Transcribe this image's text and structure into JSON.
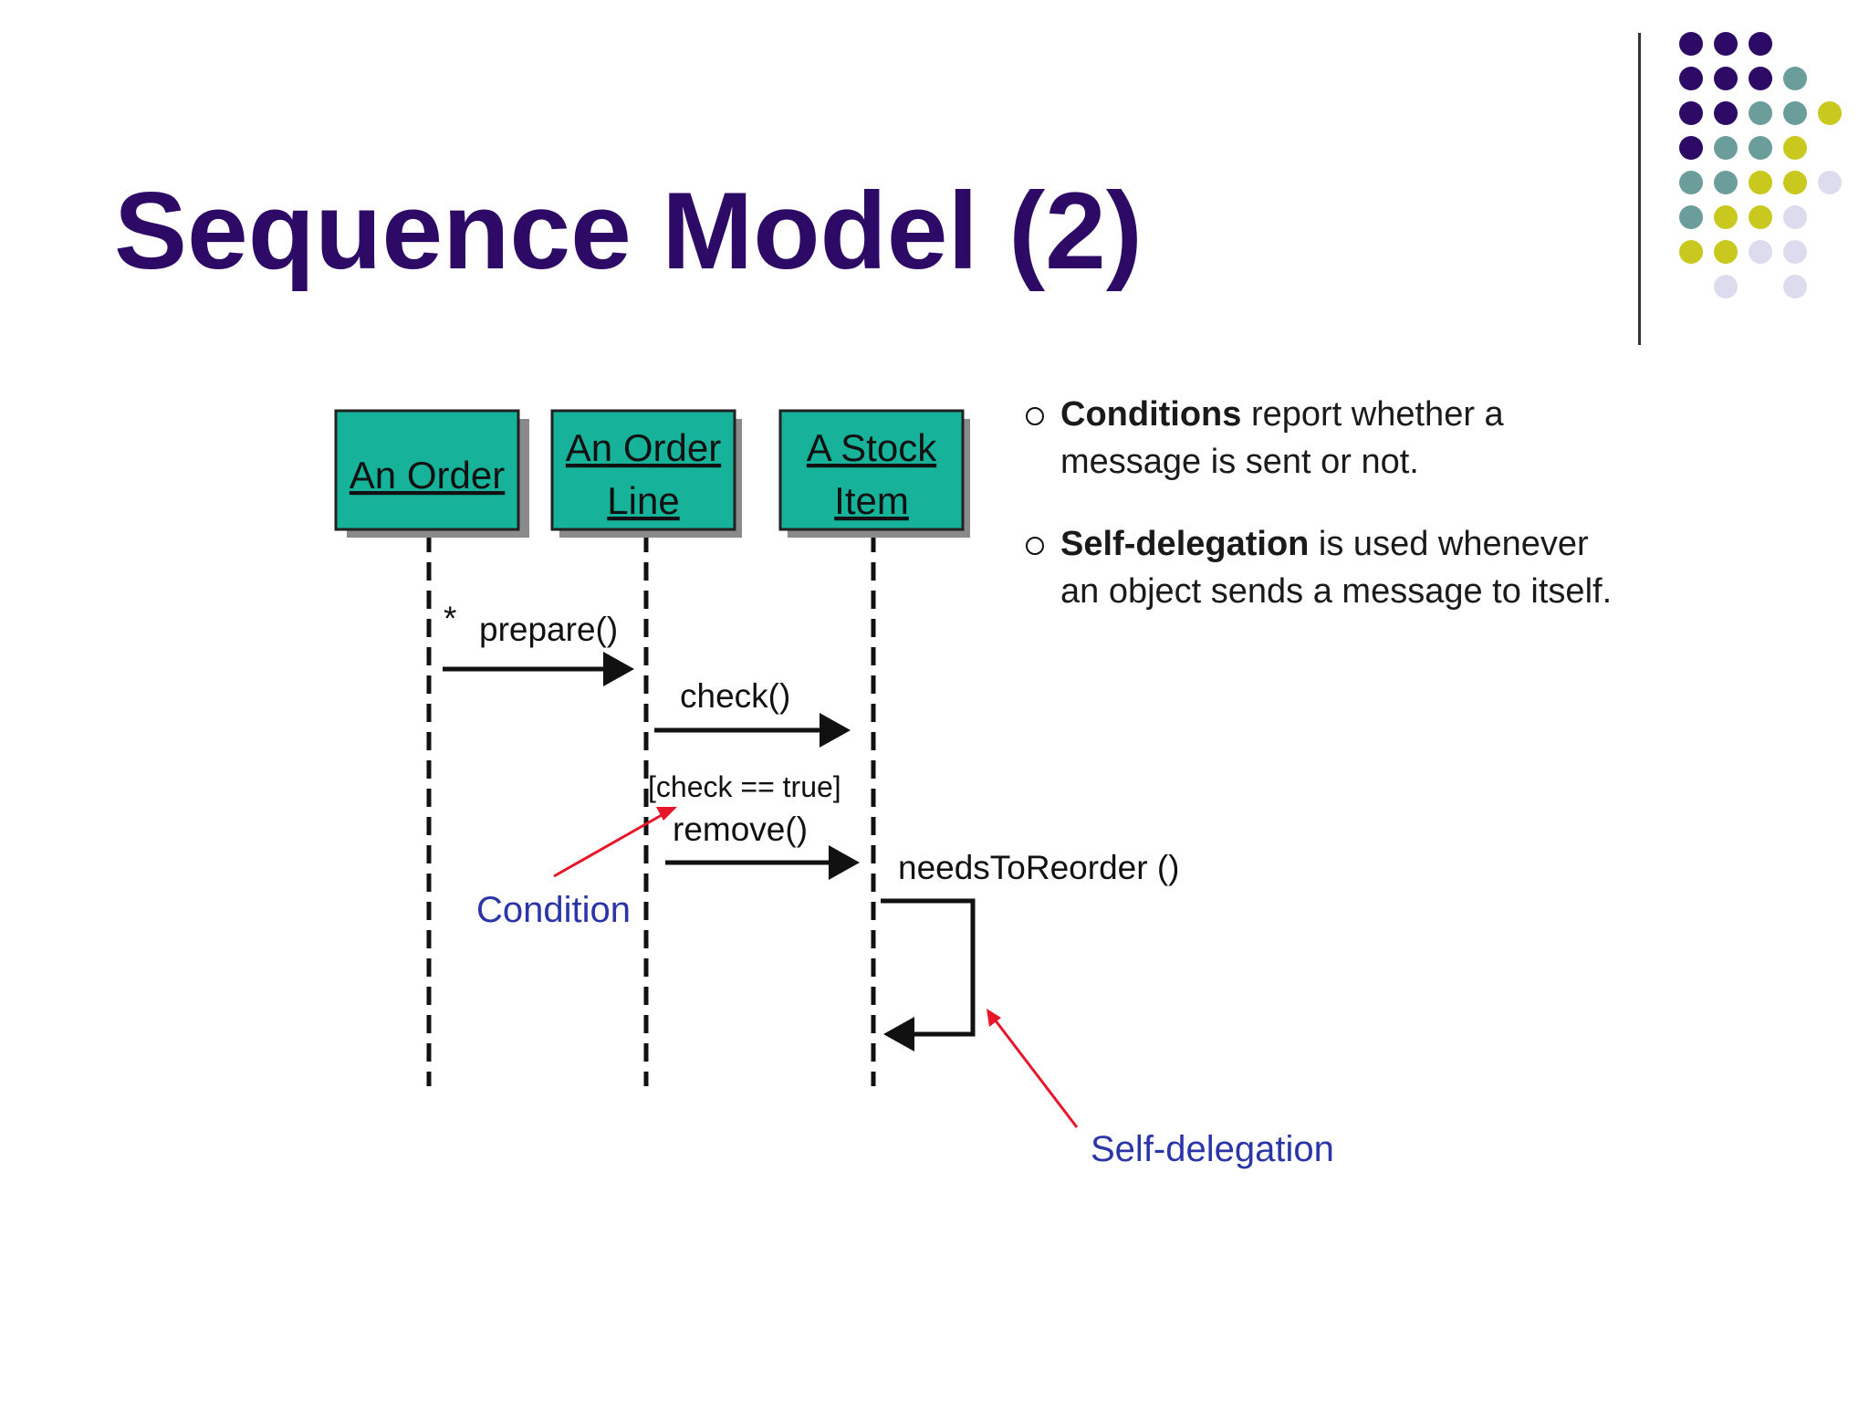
{
  "slide": {
    "title": "Sequence Model (2)"
  },
  "decoration": {
    "dot_rows": [
      [
        "purple",
        "purple",
        "purple",
        "none",
        "none"
      ],
      [
        "purple",
        "purple",
        "purple",
        "teal",
        "none"
      ],
      [
        "purple",
        "purple",
        "teal",
        "teal",
        "lime"
      ],
      [
        "purple",
        "teal",
        "teal",
        "lime",
        "none"
      ],
      [
        "teal",
        "teal",
        "lime",
        "lime",
        "lavender"
      ],
      [
        "teal",
        "lime",
        "lime",
        "lavender",
        "none"
      ],
      [
        "lime",
        "lime",
        "lavender",
        "lavender",
        "none"
      ],
      [
        "none",
        "lavender",
        "none",
        "lavender",
        "none"
      ]
    ],
    "colors": {
      "purple": "#2c0a66",
      "teal": "#6b9e9b",
      "lime": "#c8c81e",
      "lavender": "#dcdcee",
      "object_box": "#16b39a",
      "annotation_arrow": "#e8162a",
      "annotation_text": "#2b35a8"
    }
  },
  "diagram": {
    "objects": [
      {
        "lines": [
          "An Order"
        ]
      },
      {
        "lines": [
          "An Order",
          "Line"
        ]
      },
      {
        "lines": [
          "A Stock",
          "Item"
        ]
      }
    ],
    "messages": {
      "star": "*",
      "prepare": "prepare()",
      "check": "check()",
      "condition": "[check == true]",
      "remove": "remove()",
      "self_call": "needsToReorder ()"
    },
    "annotations": {
      "condition": "Condition",
      "self_delegation": "Self-delegation"
    }
  },
  "notes": [
    {
      "term": "Conditions",
      "text": " report whether a message is sent or not."
    },
    {
      "term": "Self-delegation",
      "text": " is used whenever an object sends a message to itself."
    }
  ]
}
